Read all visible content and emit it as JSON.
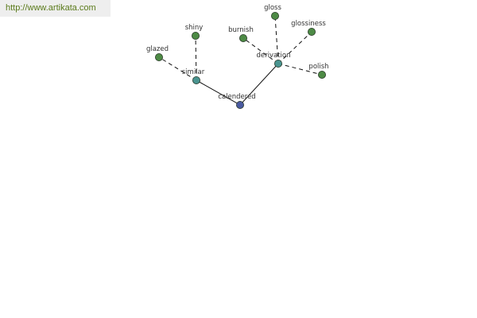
{
  "source_url": "http://www.artikata.com",
  "graph": {
    "colors": {
      "root": "#4a5aa0",
      "relation": "#4a9490",
      "leaf": "#4d8a45",
      "node_stroke": "#2a3a2a",
      "edge": "#111111"
    },
    "nodes": [
      {
        "id": "calendered",
        "label": "calendered",
        "kind": "root"
      },
      {
        "id": "similar",
        "label": "similar",
        "kind": "relation"
      },
      {
        "id": "derivation",
        "label": "derivation",
        "kind": "relation"
      },
      {
        "id": "glazed",
        "label": "glazed",
        "kind": "leaf"
      },
      {
        "id": "shiny",
        "label": "shiny",
        "kind": "leaf"
      },
      {
        "id": "burnish",
        "label": "burnish",
        "kind": "leaf"
      },
      {
        "id": "gloss",
        "label": "gloss",
        "kind": "leaf"
      },
      {
        "id": "glossiness",
        "label": "glossiness",
        "kind": "leaf"
      },
      {
        "id": "polish",
        "label": "polish",
        "kind": "leaf"
      }
    ],
    "edges": [
      {
        "from": "calendered",
        "to": "similar",
        "style": "solid"
      },
      {
        "from": "calendered",
        "to": "derivation",
        "style": "solid"
      },
      {
        "from": "similar",
        "to": "glazed",
        "style": "dashed"
      },
      {
        "from": "similar",
        "to": "shiny",
        "style": "dashed"
      },
      {
        "from": "derivation",
        "to": "burnish",
        "style": "dashed"
      },
      {
        "from": "derivation",
        "to": "gloss",
        "style": "dashed"
      },
      {
        "from": "derivation",
        "to": "glossiness",
        "style": "dashed"
      },
      {
        "from": "derivation",
        "to": "polish",
        "style": "dashed"
      }
    ]
  }
}
